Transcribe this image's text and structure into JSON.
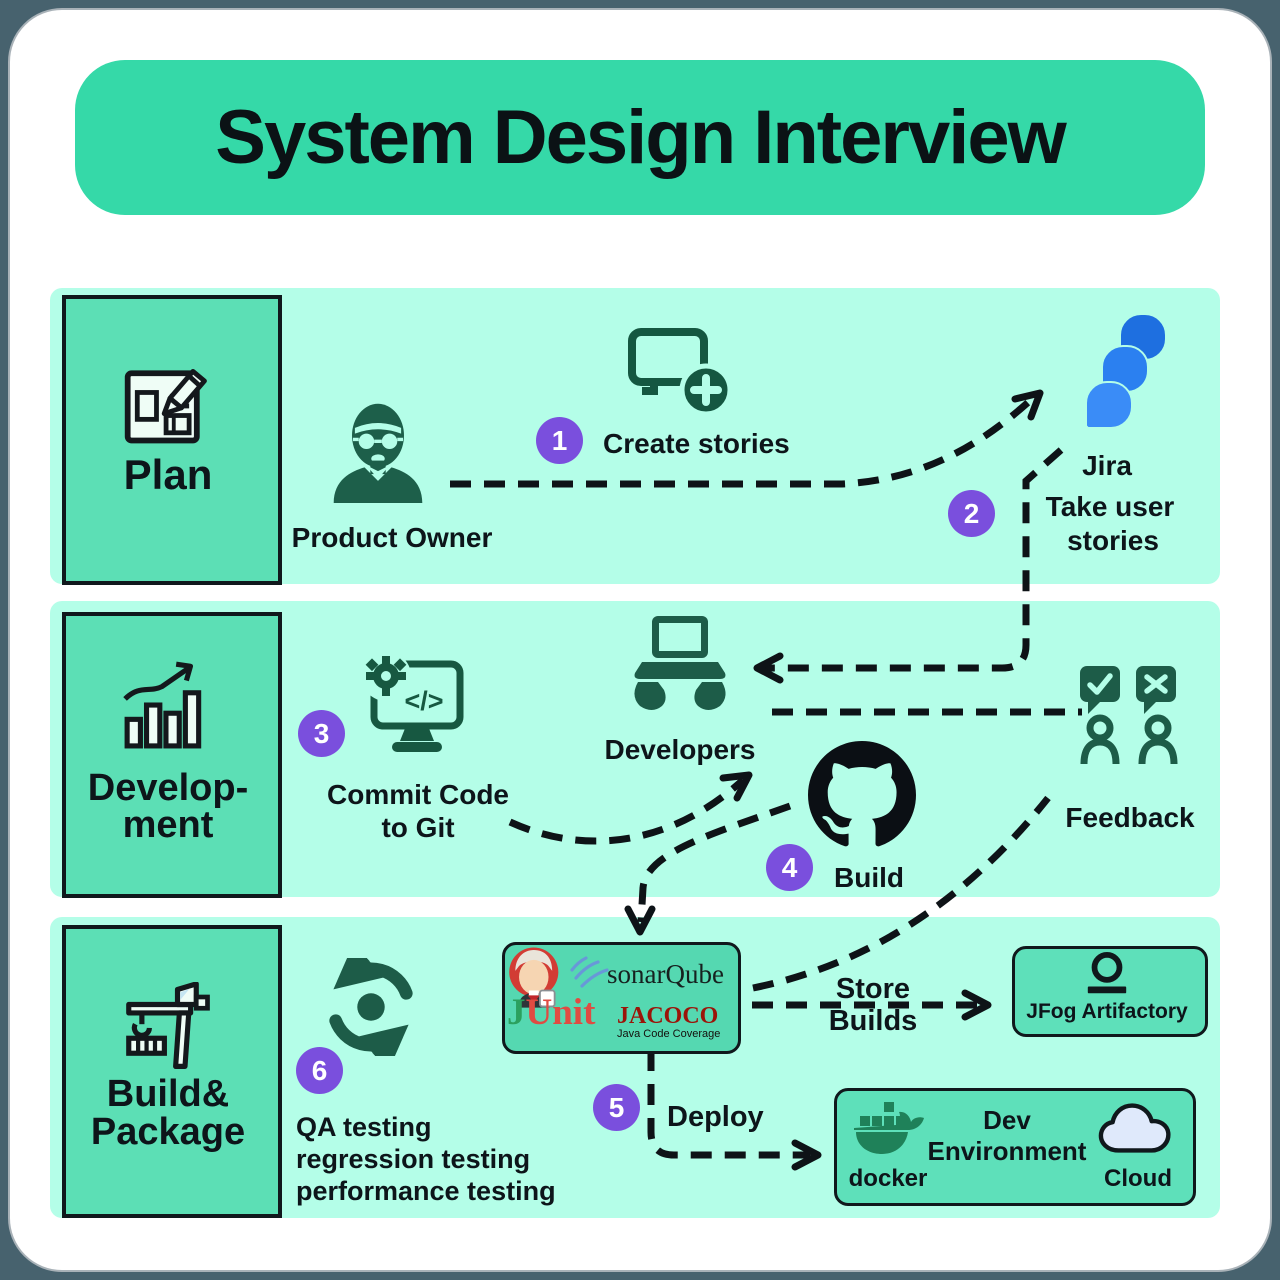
{
  "title": "System Design Interview",
  "steps": {
    "s1": "1",
    "s2": "2",
    "s3": "3",
    "s4": "4",
    "s5": "5",
    "s6": "6"
  },
  "plan": {
    "card": "Plan",
    "product_owner": "Product Owner",
    "create_stories": "Create stories",
    "jira": "Jira",
    "take_user_line1": "Take user",
    "take_user_line2": "stories"
  },
  "development": {
    "card_line1": "Develop-",
    "card_line2": "ment",
    "commit_line1": "Commit Code",
    "commit_line2": "to Git",
    "developers": "Developers",
    "build": "Build",
    "feedback": "Feedback"
  },
  "build_package": {
    "card_line1": "Build&",
    "card_line2": "Package",
    "qa_lines": [
      "QA testing",
      "regression testing",
      "performance testing"
    ],
    "store_line1": "Store",
    "store_line2": "Builds",
    "artifactory": "JFog Artifactory",
    "deploy": "Deploy",
    "docker": "docker",
    "dev_env_line1": "Dev",
    "dev_env_line2": "Environment",
    "cloud": "Cloud",
    "tools": {
      "sonarqube": "sonarQube",
      "junit_j": "J",
      "junit_unit": "Unit",
      "jacoco": "JACOCO",
      "jacoco_sub": "Java Code Coverage"
    }
  },
  "colors": {
    "banner": "#35d9a8",
    "section_bg": "#b4fee8",
    "card_bg": "#5cdfb5",
    "badge_purple": "#7a4fdd",
    "icon_green": "#1d5c48",
    "jira_blue": "#2b80f0",
    "github_black": "#0b0f14"
  }
}
